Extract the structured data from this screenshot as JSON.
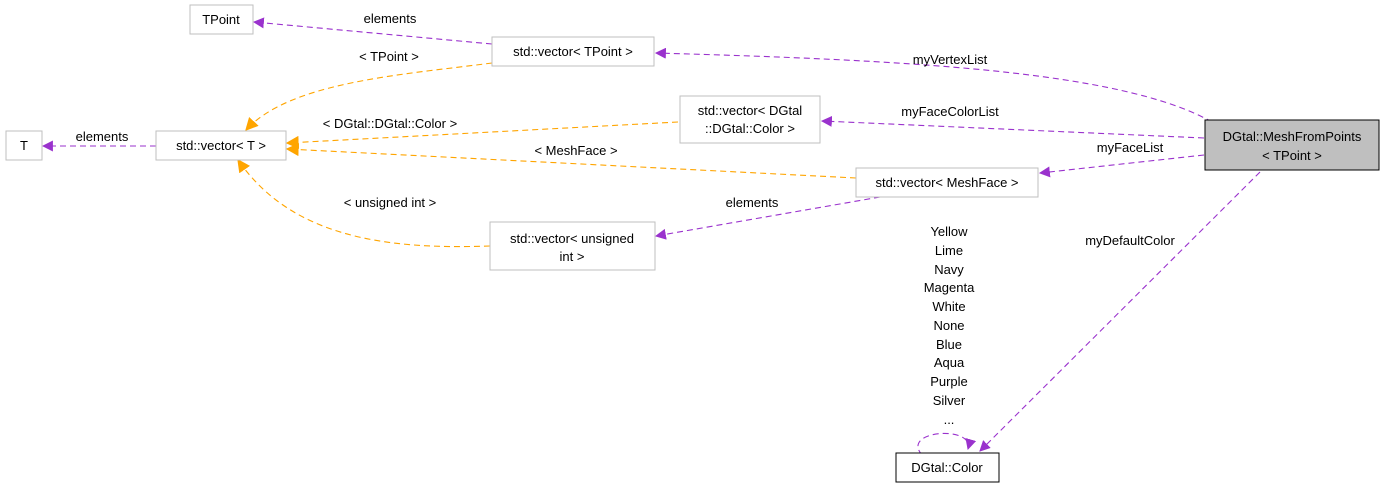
{
  "colors": {
    "usage": "#9a32cd",
    "template": "#ffa500",
    "main_fill": "#bfbfbf"
  },
  "nodes": {
    "tpoint": "TPoint",
    "t": "T",
    "vector_t": "std::vector< T >",
    "vector_tpoint": "std::vector< TPoint >",
    "vector_color": [
      "std::vector< DGtal",
      "::DGtal::Color >"
    ],
    "vector_meshface": "std::vector< MeshFace >",
    "vector_uint": [
      "std::vector< unsigned",
      "int >"
    ],
    "mesh_from_points": [
      "DGtal::MeshFromPoints",
      "< TPoint >"
    ],
    "color": "DGtal::Color"
  },
  "edges": {
    "vector_tpoint_elements": "elements",
    "vector_t_elements": "elements",
    "tpoint_instance": "< TPoint >",
    "color_instance": "< DGtal::DGtal::Color >",
    "meshface_instance": "< MeshFace >",
    "uint_instance": "< unsigned int >",
    "uint_elements": "elements",
    "my_vertex_list": "myVertexList",
    "my_face_color_list": "myFaceColorList",
    "my_face_list": "myFaceList",
    "my_default_color": "myDefaultColor",
    "color_statics": [
      "Yellow",
      "Lime",
      "Navy",
      "Magenta",
      "White",
      "None",
      "Blue",
      "Aqua",
      "Purple",
      "Silver",
      "..."
    ]
  }
}
